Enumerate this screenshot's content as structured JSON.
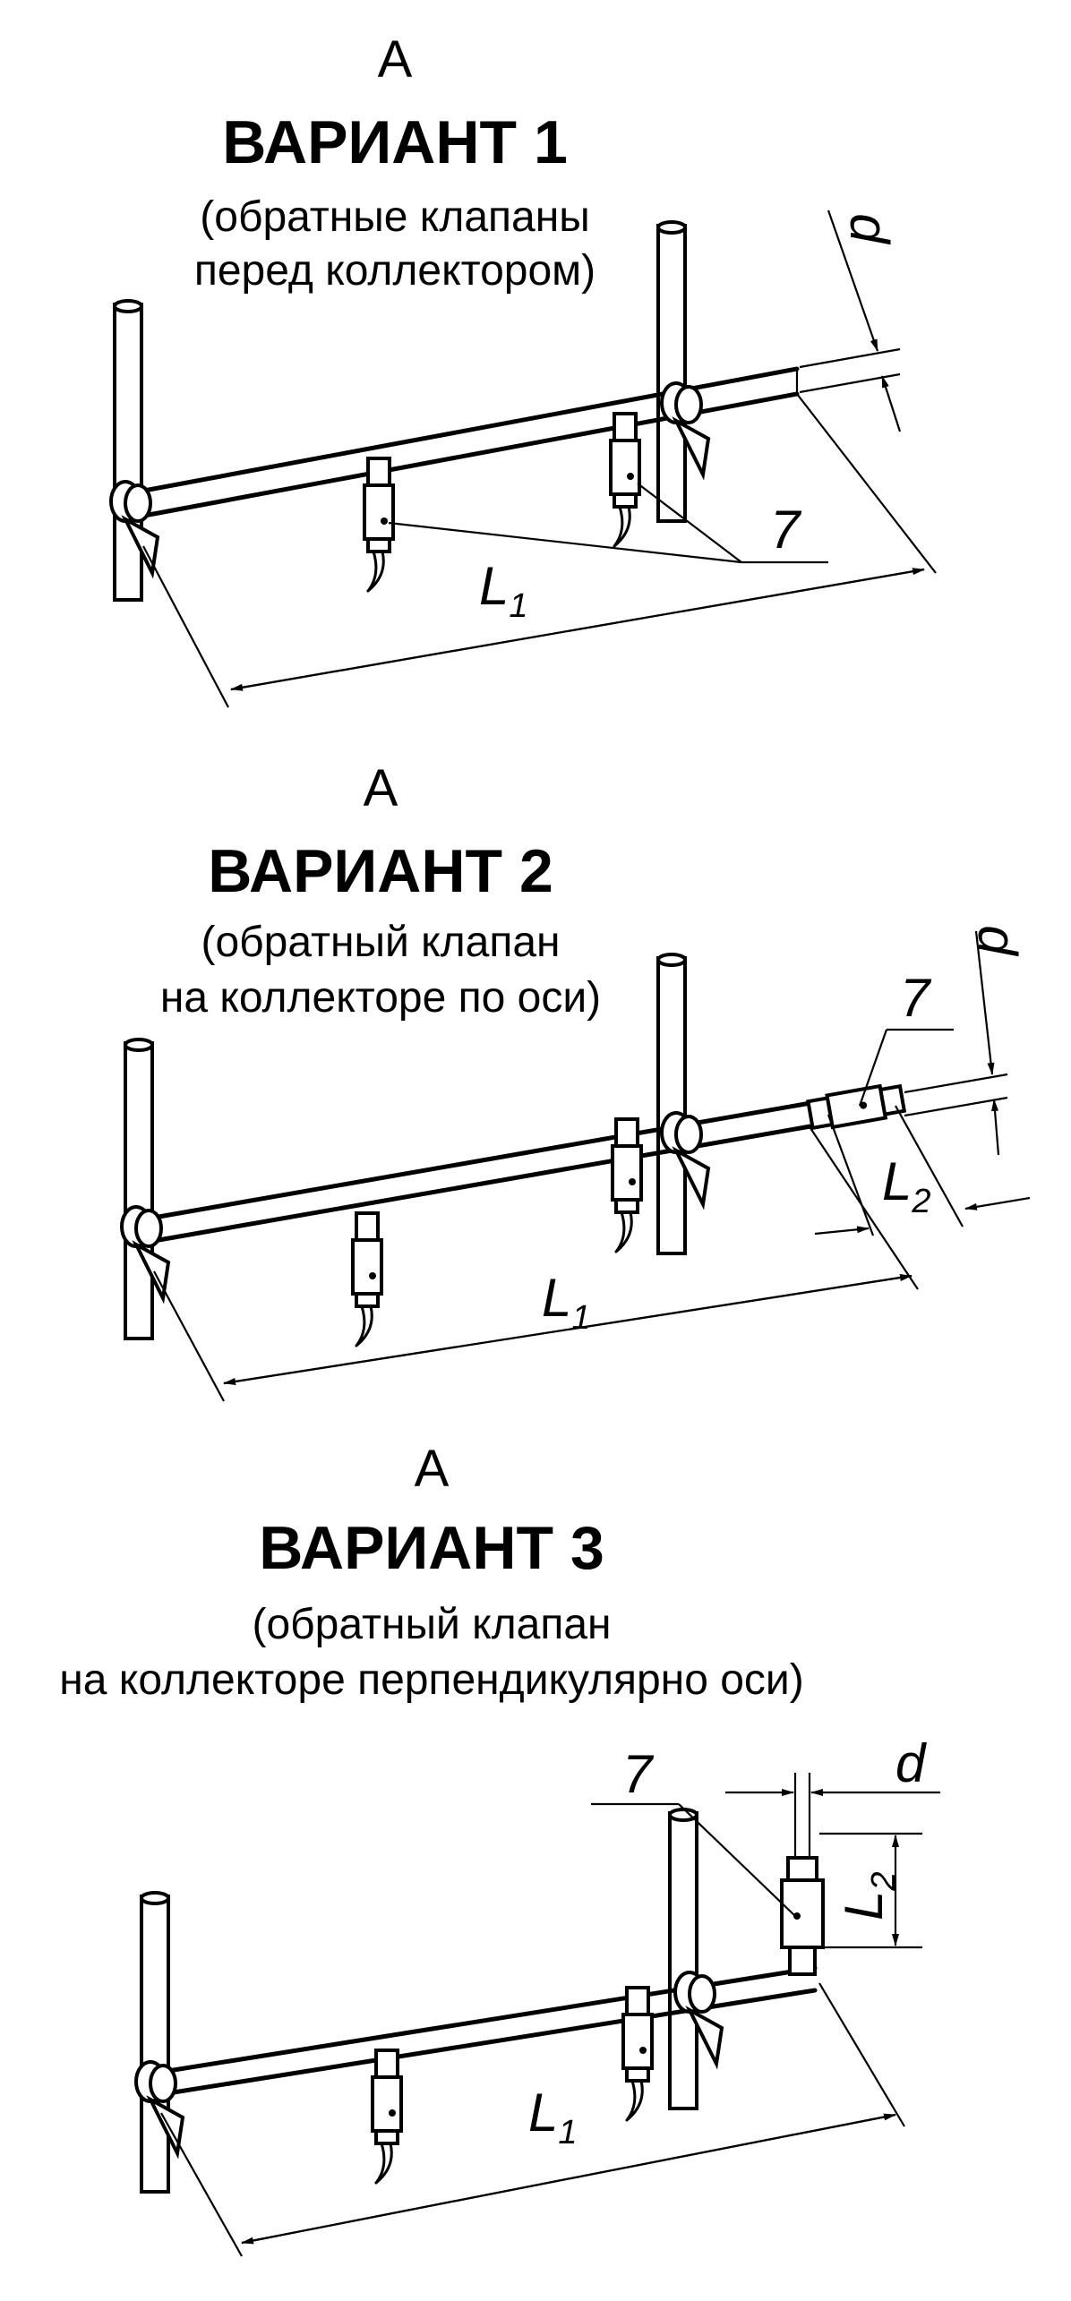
{
  "variants": [
    {
      "view": "А",
      "title": "ВАРИАНТ 1",
      "subtitle_line1": "(обратные клапаны",
      "subtitle_line2": "перед коллектором)",
      "labels": {
        "item": "7",
        "length": "L",
        "length_sub": "1",
        "p": "p"
      }
    },
    {
      "view": "А",
      "title": "ВАРИАНТ 2",
      "subtitle_line1": "(обратный клапан",
      "subtitle_line2": "на коллекторе по оси)",
      "labels": {
        "item": "7",
        "length": "L",
        "length_sub": "1",
        "length2": "L",
        "length2_sub": "2",
        "p": "p"
      }
    },
    {
      "view": "А",
      "title": "ВАРИАНТ 3",
      "subtitle_line1": "(обратный клапан",
      "subtitle_line2": "на коллекторе перпендикулярно оси)",
      "labels": {
        "item": "7",
        "length": "L",
        "length_sub": "1",
        "length2": "L",
        "length2_sub": "2",
        "d": "d"
      }
    }
  ]
}
